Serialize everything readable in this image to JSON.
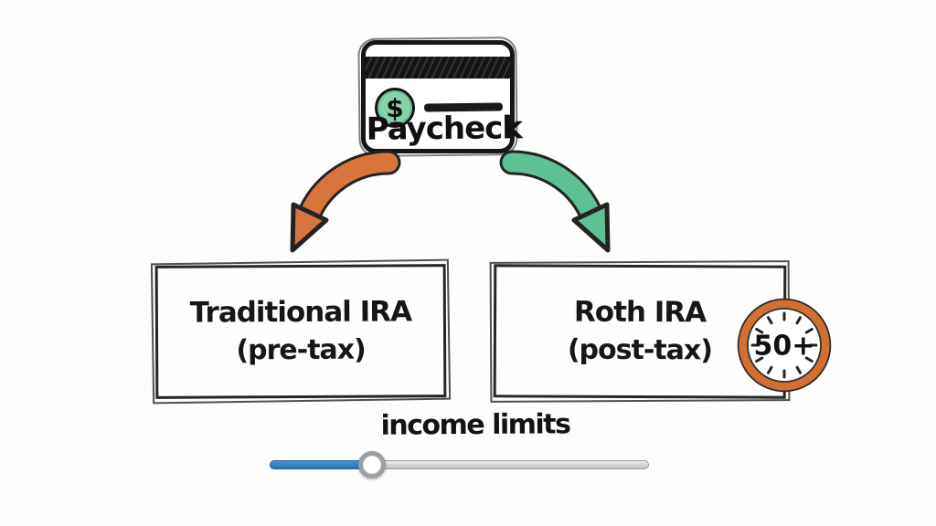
{
  "canvas": {
    "background": "#fdfdfc"
  },
  "paycheck_card": {
    "label": "Paycheck",
    "coin_symbol": "$",
    "coin_color": "#85d3a8",
    "stripe_color": "#1a1a1a",
    "border_color": "#161616"
  },
  "flow_arrows": {
    "left": {
      "meaning": "paycheck-to-traditional-ira",
      "color": "#d9743c"
    },
    "right": {
      "meaning": "paycheck-to-roth-ira",
      "color": "#5ec193"
    }
  },
  "accounts": [
    {
      "title": "Traditional IRA",
      "subtitle": "(pre-tax)"
    },
    {
      "title": "Roth IRA",
      "subtitle": "(post-tax)"
    }
  ],
  "age_badge": {
    "label": "50+",
    "shape": "clock",
    "ring_color": "#d4702f"
  },
  "income_slider": {
    "label": "income limits",
    "value_percent": 27,
    "fill_color": "#2e7fc2",
    "track_color": "#c6c6c6",
    "handle_color": "#ffffff"
  }
}
